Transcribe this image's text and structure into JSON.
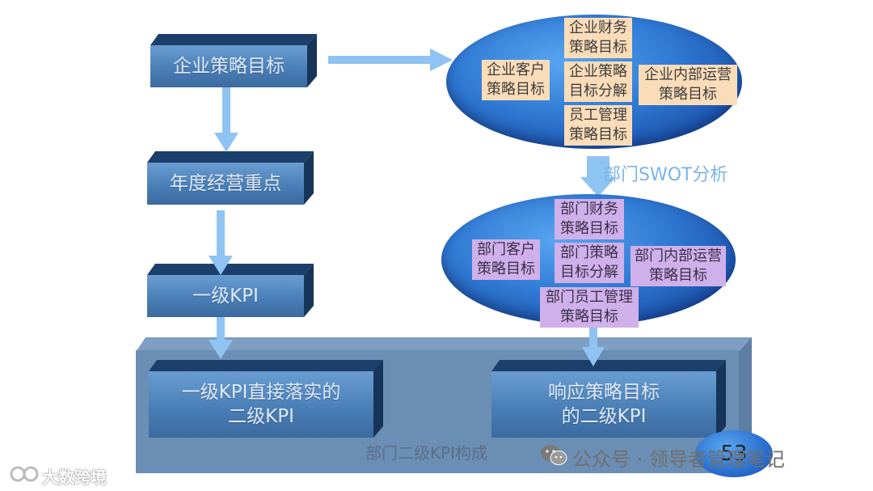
{
  "left_flow": {
    "box1": "企业策略目标",
    "box2": "年度经营重点",
    "box3": "一级KPI",
    "box4": "一级KPI直接落实的二级KPI"
  },
  "right_flow": {
    "box": "响应策略目标的二级KPI",
    "swot_caption": "部门SWOT分析",
    "panel_caption": "部门二级KPI构成"
  },
  "corp_ellipse": {
    "finance": "企业财务策略目标",
    "customer": "企业客户策略目标",
    "decompose": "企业策略目标分解",
    "internal": "企业内部运营策略目标",
    "staff": "员工管理策略目标"
  },
  "dept_ellipse": {
    "finance": "部门财务策略目标",
    "customer": "部门客户策略目标",
    "decompose": "部门策略目标分解",
    "internal": "部门内部运营策略目标",
    "staff": "部门员工管理策略目标"
  },
  "slide_number": "53",
  "watermark": "公众号 · 领导者管理笔记",
  "logo": "大数跨境",
  "colors": {
    "box_front": "#4a7fb7",
    "box_dark": "#1d3f6c",
    "arrow": "#8fc3f2",
    "peach": "#fbdcb9",
    "violet": "#cfb0ea",
    "panel": "#6b8eb4"
  },
  "icons": [
    "wechat-icon",
    "logo-icon"
  ]
}
